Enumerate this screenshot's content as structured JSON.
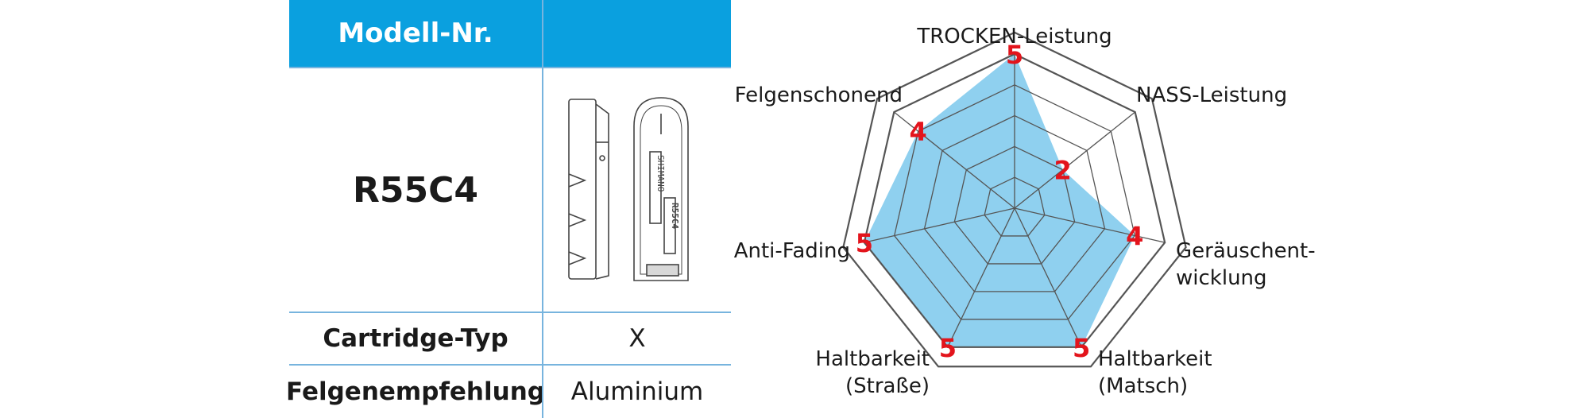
{
  "table": {
    "header_label": "Modell-Nr.",
    "header_value": "",
    "model": "R55C4",
    "rows": [
      {
        "label": "Cartridge-Typ",
        "value": "X"
      },
      {
        "label": "Felgenempfehlung",
        "value": "Aluminium"
      }
    ]
  },
  "product_image": {
    "icon": "brake-pad-cartridge-drawing",
    "imprint_brand": "SHIMANO",
    "imprint_model": "R55C4"
  },
  "colors": {
    "header_blue": "#0aa0df",
    "fill_blue": "#8fd0ef",
    "score_red": "#e3141c",
    "grid": "#555555"
  },
  "chart_data": {
    "type": "radar",
    "scale_max": 5,
    "levels": 5,
    "axes": [
      {
        "label": [
          "TROCKEN-Leistung"
        ],
        "value": 5
      },
      {
        "label": [
          "NASS-Leistung"
        ],
        "value": 2
      },
      {
        "label": [
          "Geräuschent-",
          "wicklung"
        ],
        "value": 4
      },
      {
        "label": [
          "Haltbarkeit",
          "(Matsch)"
        ],
        "value": 5
      },
      {
        "label": [
          "Haltbarkeit",
          "(Straße)"
        ],
        "value": 5
      },
      {
        "label": [
          "Anti-Fading"
        ],
        "value": 5
      },
      {
        "label": [
          "Felgenschonend"
        ],
        "value": 4
      }
    ]
  }
}
